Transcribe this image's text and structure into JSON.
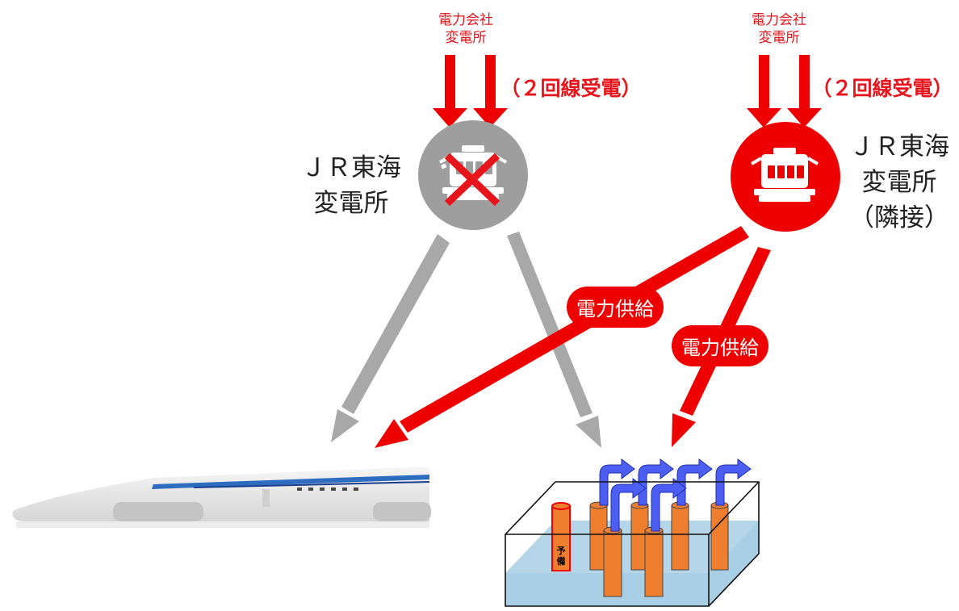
{
  "substation_left": {
    "source_label_line1": "電力会社",
    "source_label_line2": "変電所",
    "receive_label": "（２回線受電）",
    "name_line1": "ＪＲ東海",
    "name_line2": "変電所",
    "status": "out-of-service"
  },
  "substation_right": {
    "source_label_line1": "電力会社",
    "source_label_line2": "変電所",
    "receive_label": "（２回線受電）",
    "name_line1": "ＪＲ東海",
    "name_line2": "変電所",
    "name_line3": "（隣接）",
    "status": "active"
  },
  "supply_labels": {
    "to_train": "電力供給",
    "to_tank": "電力供給"
  },
  "tank": {
    "spare_label": "予備"
  },
  "colors": {
    "active_red": "#ee0000",
    "inactive_gray": "#9e9e9e",
    "flow_blue": "#4a5cf0",
    "water": "#a7cde3",
    "electrode": "#ef7f2e"
  }
}
